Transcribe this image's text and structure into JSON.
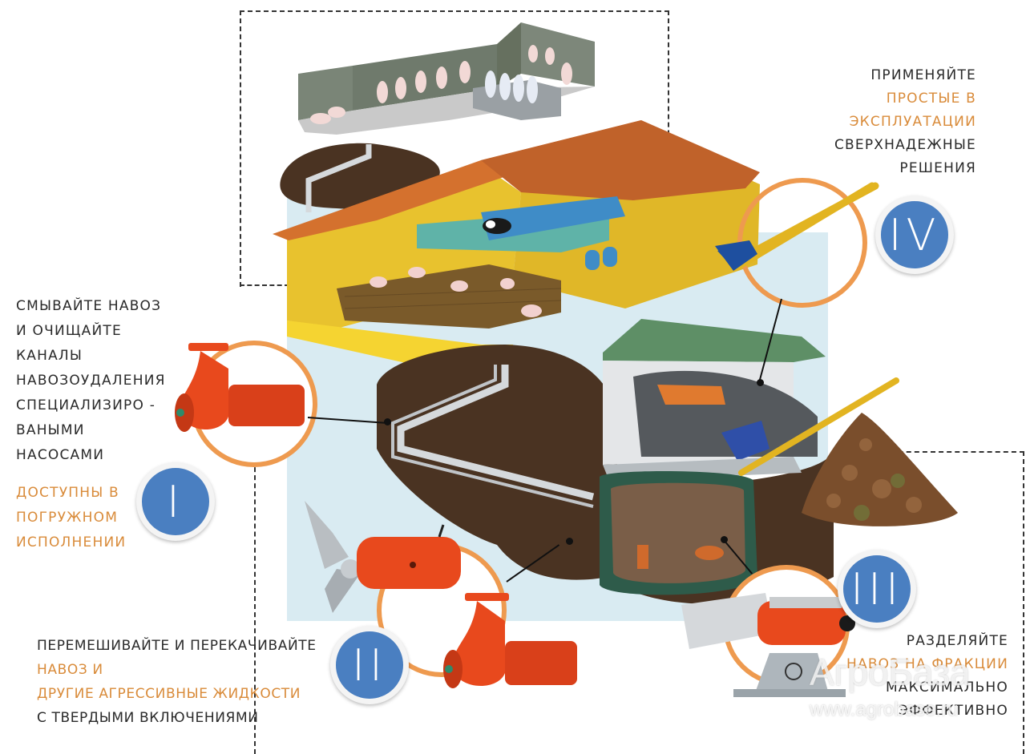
{
  "sections": {
    "iv": {
      "numeral": "IV",
      "lines": [
        {
          "text": "ПРИМЕНЯЙТЕ",
          "accent": false
        },
        {
          "text": "ПРОСТЫЕ  В",
          "accent": true
        },
        {
          "text": "ЭКСПЛУАТАЦИИ",
          "accent": true
        },
        {
          "text": "СВЕРХНАДЕЖНЫЕ",
          "accent": false
        },
        {
          "text": "РЕШЕНИЯ",
          "accent": false
        }
      ]
    },
    "i": {
      "numeral": "I",
      "lines": [
        {
          "text": "СМЫВАЙТЕ НАВОЗ",
          "accent": false
        },
        {
          "text": "И ОЧИЩАЙТЕ",
          "accent": false
        },
        {
          "text": "КАНАЛЫ",
          "accent": false
        },
        {
          "text": "НАВОЗОУДАЛЕНИЯ",
          "accent": false
        },
        {
          "text": "СПЕЦИАЛИЗИРО -",
          "accent": false
        },
        {
          "text": "ВАНЫМИ",
          "accent": false
        },
        {
          "text": "НАСОСАМИ",
          "accent": false
        }
      ],
      "accent_lines": [
        {
          "text": "ДОСТУПНЫ  В"
        },
        {
          "text": "ПОГРУЖНОМ"
        },
        {
          "text": "ИСПОЛНЕНИИ"
        }
      ]
    },
    "ii": {
      "numeral": "II",
      "lines": [
        {
          "text": "ПЕРЕМЕШИВАЙТЕ И ПЕРЕКАЧИВАЙТЕ",
          "accent": false
        },
        {
          "text": "НАВОЗ И",
          "accent": true
        },
        {
          "text": "ДРУГИЕ АГРЕССИВНЫЕ   ЖИДКОСТИ",
          "accent": true
        },
        {
          "text": "С ТВЕРДЫМИ ВКЛЮЧЕНИЯМИ",
          "accent": false
        }
      ]
    },
    "iii": {
      "numeral": "III",
      "lines": [
        {
          "text": "РАЗДЕЛЯЙТЕ",
          "accent": false
        },
        {
          "text": "НАВОЗ НА ФРАКЦИИ",
          "accent": true
        },
        {
          "text": "МАКСИМАЛЬНО",
          "accent": false
        },
        {
          "text": "ЭФФЕКТИВНО",
          "accent": false
        }
      ]
    }
  },
  "watermark": {
    "brand": "АгроБаза",
    "url": "www.agrobase.ru"
  },
  "colors": {
    "badge_blue": "#4a7fc1",
    "ring_orange": "#ee9a4f",
    "accent_text": "#d98b3a",
    "panel_blue": "#d9ebf2",
    "roof": "#c0622a",
    "walls": "#e8c22e",
    "manure": "#4a3322",
    "pump_red": "#e8491d"
  }
}
